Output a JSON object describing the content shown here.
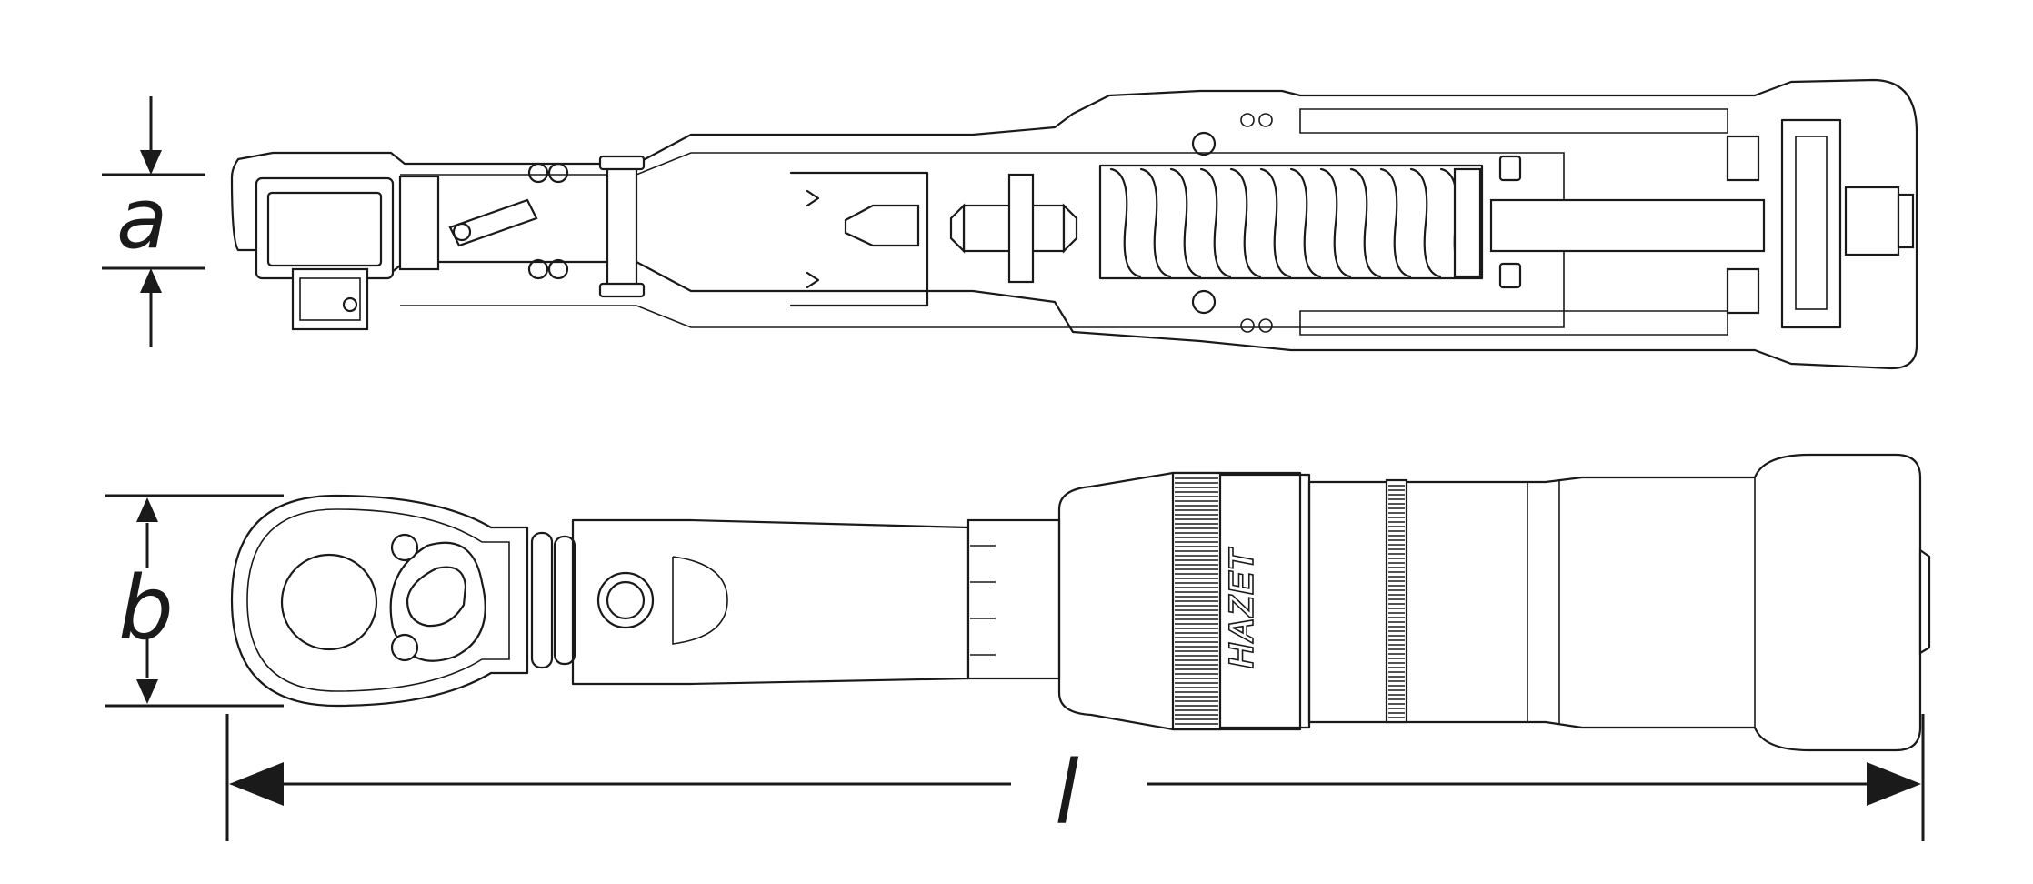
{
  "diagram": {
    "dimension_labels": {
      "height_top_view": "a",
      "height_side_view": "b",
      "overall_length": "l"
    },
    "brand_text": "HAZET"
  }
}
